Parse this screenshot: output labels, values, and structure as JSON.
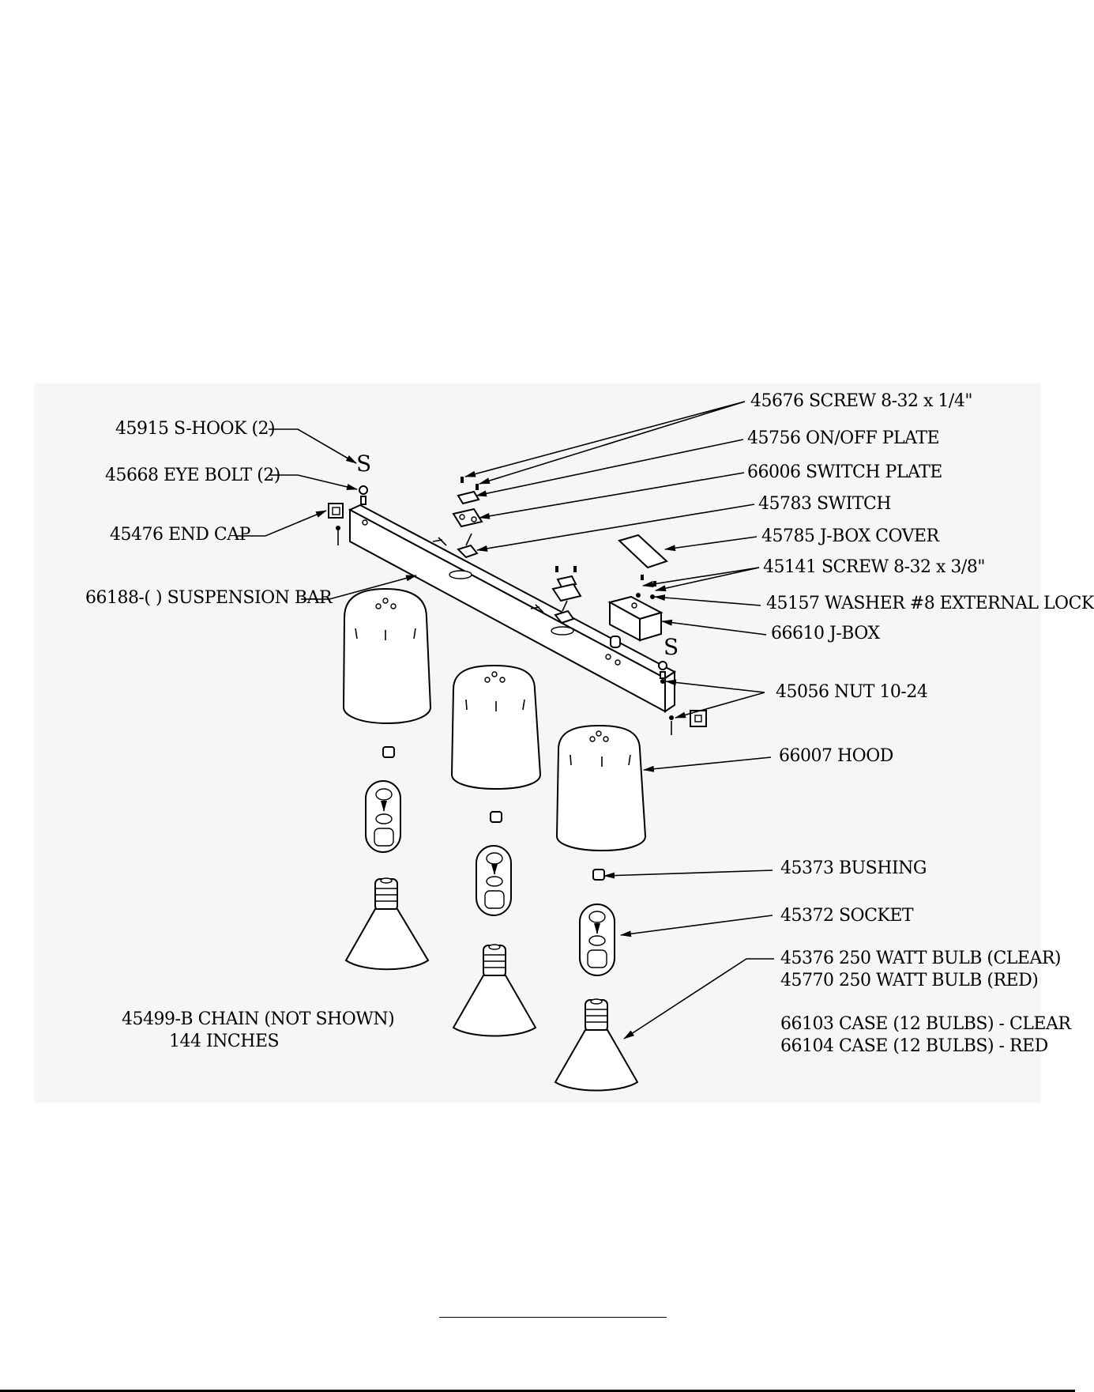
{
  "labels": {
    "screw_14": "45676 SCREW 8-32 x 1/4\"",
    "onoff_plate": "45756 ON/OFF PLATE",
    "s_hook": "45915 S-HOOK  (2)",
    "switch_plate": "66006 SWITCH PLATE",
    "eye_bolt": "45668 EYE BOLT (2)",
    "switch": "45783 SWITCH",
    "end_cap": "45476 END CAP",
    "jbox_cover": "45785 J-BOX COVER",
    "screw_38": "45141  SCREW 8-32 x 3/8\"",
    "suspension_bar": "66188-( ) SUSPENSION BAR",
    "washer": "45157 WASHER #8 EXTERNAL LOCK",
    "jbox": "66610 J-BOX",
    "nut": "45056 NUT 10-24",
    "hood": "66007 HOOD",
    "bushing": "45373 BUSHING",
    "socket": "45372 SOCKET",
    "bulb_clear": "45376 250 WATT BULB (CLEAR)",
    "bulb_red": "45770 250 WATT BULB (RED)",
    "case_clear": "66103 CASE (12 BULBS) - CLEAR",
    "case_red": "66104 CASE (12 BULBS) - RED",
    "chain": "45499-B CHAIN (NOT SHOWN)",
    "chain_length": "144 INCHES"
  },
  "glyphs": {
    "s_hook_left": "S",
    "s_hook_right": "S"
  }
}
